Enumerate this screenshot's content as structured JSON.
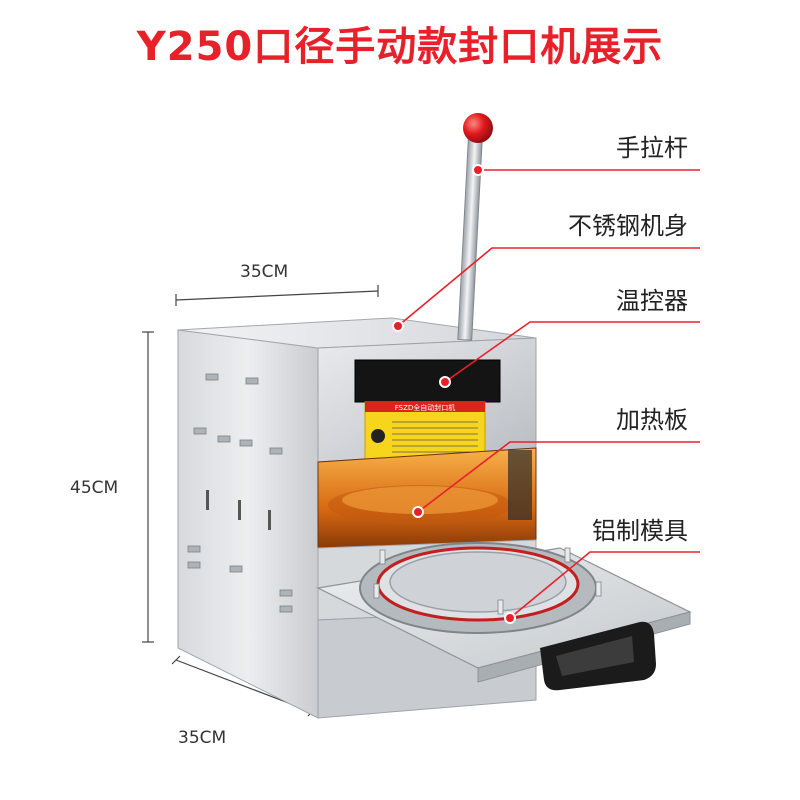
{
  "title": "Y250口径手动款封口机展示",
  "callouts": [
    "手拉杆",
    "不锈钢机身",
    "温控器",
    "加热板",
    "铝制模具"
  ],
  "dimensions": {
    "width": "35CM",
    "height": "45CM",
    "depth": "35CM"
  },
  "label_panel": {
    "header": "FSZD全自动封口机"
  },
  "colors": {
    "title": "#e8202a",
    "callout_line": "#e8202a"
  }
}
